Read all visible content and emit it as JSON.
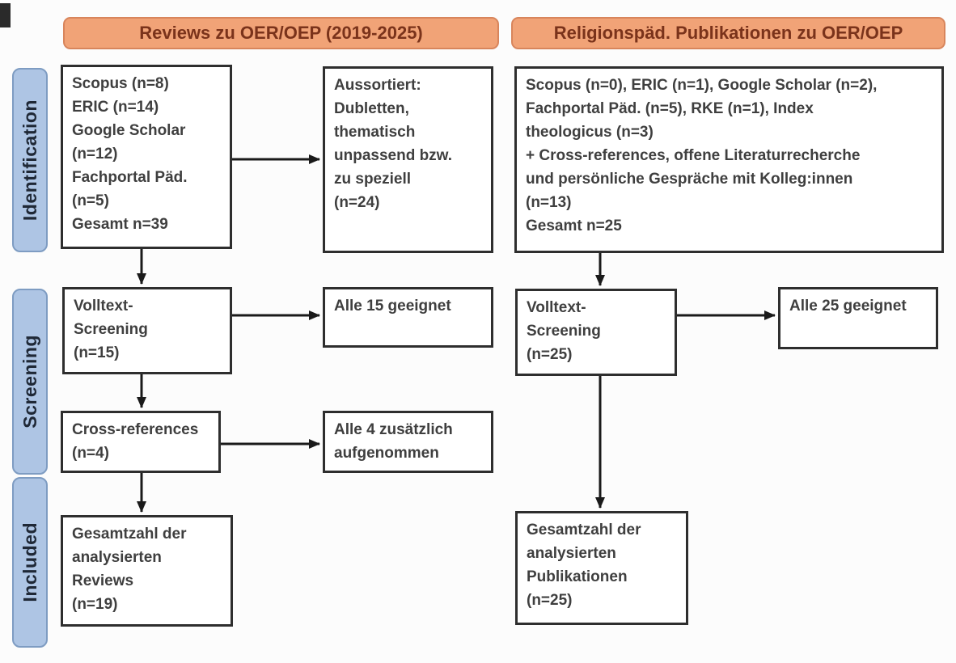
{
  "headers": {
    "left": "Reviews zu OER/OEP (2019-2025)",
    "right": "Religionspäd. Publikationen zu OER/OEP"
  },
  "stages": {
    "identification": "Identification",
    "screening": "Screening",
    "included": "Included"
  },
  "left_column": {
    "sources": "Scopus (n=8)\nERIC (n=14)\nGoogle Scholar\n(n=12)\nFachportal Päd.\n(n=5)\nGesamt n=39",
    "excluded": "Aussortiert:\nDubletten,\nthematisch\nunpassend bzw.\nzu speziell\n(n=24)",
    "fulltext_screening": "Volltext-\nScreening\n(n=15)",
    "all_suitable": "Alle 15 geeignet",
    "cross_references": "Cross-references\n(n=4)",
    "additional_included": "Alle 4 zusätzlich\naufgenommen",
    "total": "Gesamtzahl der\nanalysierten\nReviews\n(n=19)"
  },
  "right_column": {
    "sources": "Scopus (n=0), ERIC (n=1), Google Scholar (n=2),\nFachportal Päd. (n=5), RKE (n=1), Index\ntheologicus (n=3)\n+ Cross-references, offene Literaturrecherche\nund persönliche Gespräche mit Kolleg:innen\n(n=13)\nGesamt n=25",
    "fulltext_screening": "Volltext-\nScreening\n(n=25)",
    "all_suitable": "Alle 25 geeignet",
    "total": "Gesamtzahl der\nanalysierten\nPublikationen\n(n=25)"
  },
  "colors": {
    "header_fill": "#f1a377",
    "header_border": "#d8855c",
    "header_text": "#7a331b",
    "stage_fill": "#aec5e4",
    "stage_border": "#7e9cc2",
    "stage_text": "#1f2836",
    "box_border": "#2e2e2e",
    "box_text": "#3f3f3f",
    "arrow": "#1a1a1a",
    "background": "#fcfcfc"
  }
}
